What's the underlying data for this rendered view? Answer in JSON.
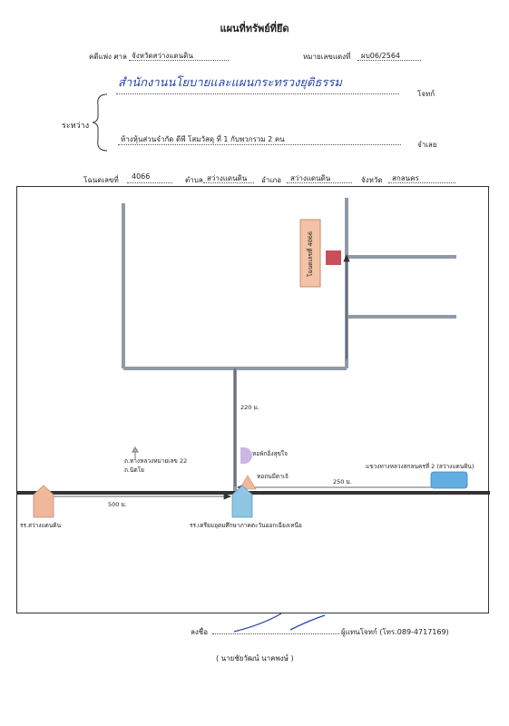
{
  "title": "แผนที่ทรัพย์ที่ยึด",
  "court": {
    "label": "คดีแพ่ง ศาล",
    "value": "จังหวัดสว่างแดนดิน",
    "case_label": "หมายเลขแดงที่",
    "case_value": "ผบ06/2564"
  },
  "parties": {
    "between_label": "ระหว่าง",
    "plaintiff_value": "สำนักงานนโยบายและแผนกระทรวงยุติธรรม",
    "plaintiff_label": "โจทก์",
    "defendant_value": "ห้างหุ้นส่วนจำกัด ดีพี โสมวัสดุ ที่ 1 กับพวกรวม 2 คน",
    "defendant_label": "จำเลย"
  },
  "location": {
    "deed_label": "โฉนดเลขที่",
    "deed_value": "4066",
    "subdistrict_label": "ตำบล",
    "subdistrict_value": "สว่างแดนดิน",
    "district_label": "อำเภอ",
    "district_value": "สว่างแดนดิน",
    "province_label": "จังหวัด",
    "province_value": "สกลนคร"
  },
  "map": {
    "parcel_label": "โฉนดเลขที่ 4066",
    "dist_220": "220 ม.",
    "dist_250": "250 ม.",
    "dist_500": "500 ม.",
    "road_label_1": "ถ.ทางหลวงหมายเลข 22",
    "road_label_2": "ถ.นิตโย",
    "landmark_water_tower": "หอพักอิ่งสุขใจ",
    "landmark_clock_tower": "หอถนมีตาเจ้",
    "highway_district": "แขวงทางหลวงสกลนครที่ 2 (สว่างแดนดิน)",
    "school_1": "รร.สว่างแดนดิน",
    "school_2": "รร.เตรียมอุดมศึกษาภาคตะวันออกเฉียงเหนือ",
    "colors": {
      "parcel_fill": "#f2c3a6",
      "marker_red": "#c8505a",
      "road_gray": "#8f9aa6",
      "main_road": "#333333",
      "school_1_fill": "#f0b79a",
      "school_2_fill": "#8fc6e3",
      "highway_box": "#63aee0",
      "purple": "#cdb6e3"
    }
  },
  "signature": {
    "sign_label": "ลงชื่อ",
    "role": "ผู้แทนโจทก์ (โทร.089-4717169)",
    "name": "( นายชัยวัฒน์  นาคพงษ์ )"
  }
}
